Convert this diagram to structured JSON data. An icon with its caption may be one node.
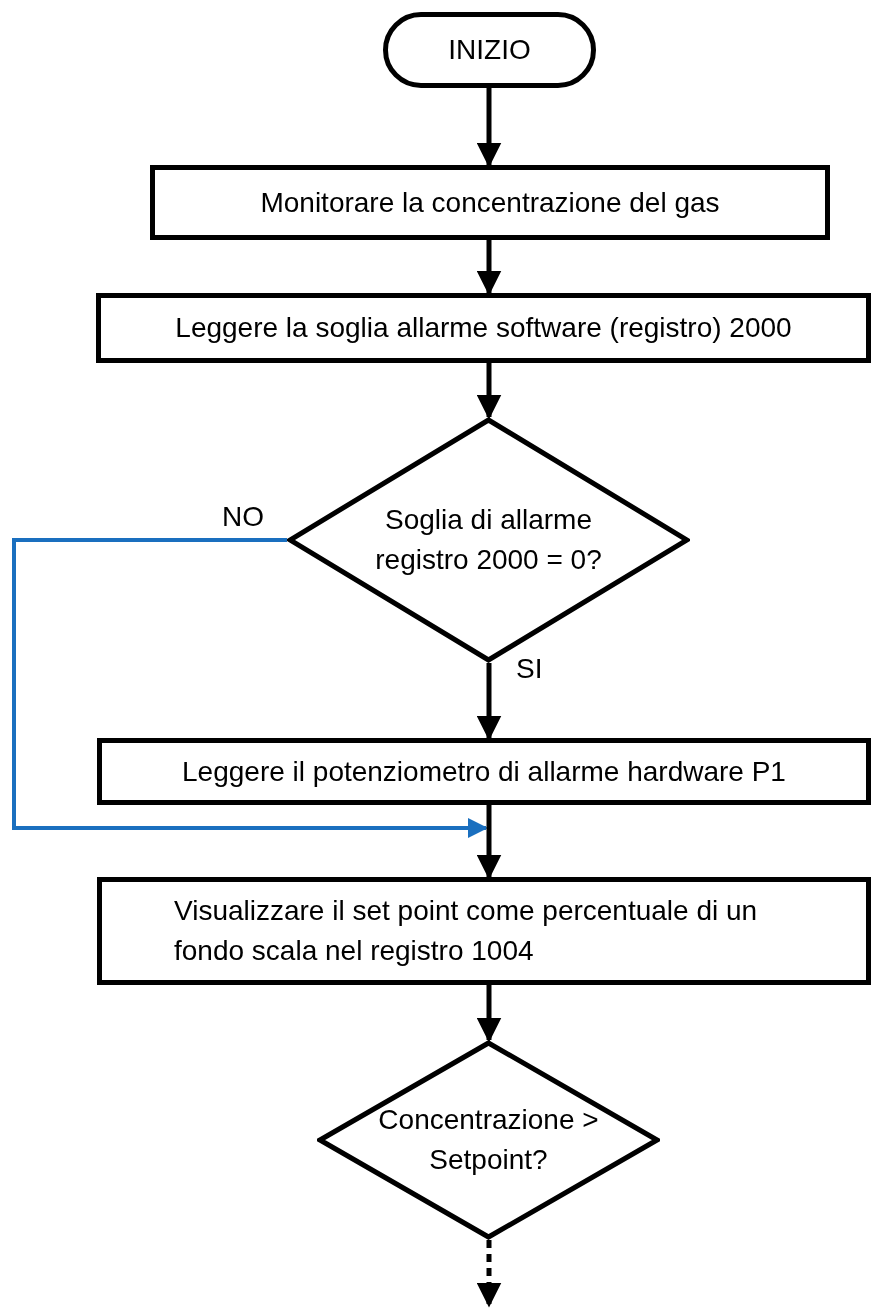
{
  "diagram": {
    "nodes": [
      {
        "text": [
          "INIZIO"
        ]
      },
      {
        "text": [
          "Monitorare la concentrazione del gas"
        ]
      },
      {
        "text": [
          "Leggere la soglia allarme software (registro) 2000"
        ]
      },
      {
        "text": [
          "Soglia di allarme registro 2000 = 0?"
        ]
      },
      {
        "text": [
          "Leggere il potenziometro di allarme hardware P1"
        ]
      },
      {
        "text": [
          "Visualizzare il set point come percentuale di un fondo scala nel registro 1004"
        ]
      },
      {
        "text": [
          "Concentrazione > Setpoint?"
        ]
      }
    ],
    "edges": [
      {
        "from": 0,
        "to": 1,
        "arrow": "to"
      },
      {
        "from": 1,
        "to": 2,
        "arrow": "to"
      },
      {
        "from": 2,
        "to": 3,
        "arrow": "to"
      },
      {
        "from": 3,
        "to": 4,
        "arrow": "to",
        "label": "SI"
      },
      {
        "from": 3,
        "to": 5,
        "arrow": "to",
        "label": "NO",
        "color": "#1a6fbf"
      },
      {
        "from": 4,
        "to": 5,
        "arrow": "to"
      },
      {
        "from": 5,
        "to": 6,
        "arrow": "to"
      },
      {
        "from": 6,
        "to": null,
        "arrow": "to",
        "style": "dashed"
      }
    ]
  }
}
